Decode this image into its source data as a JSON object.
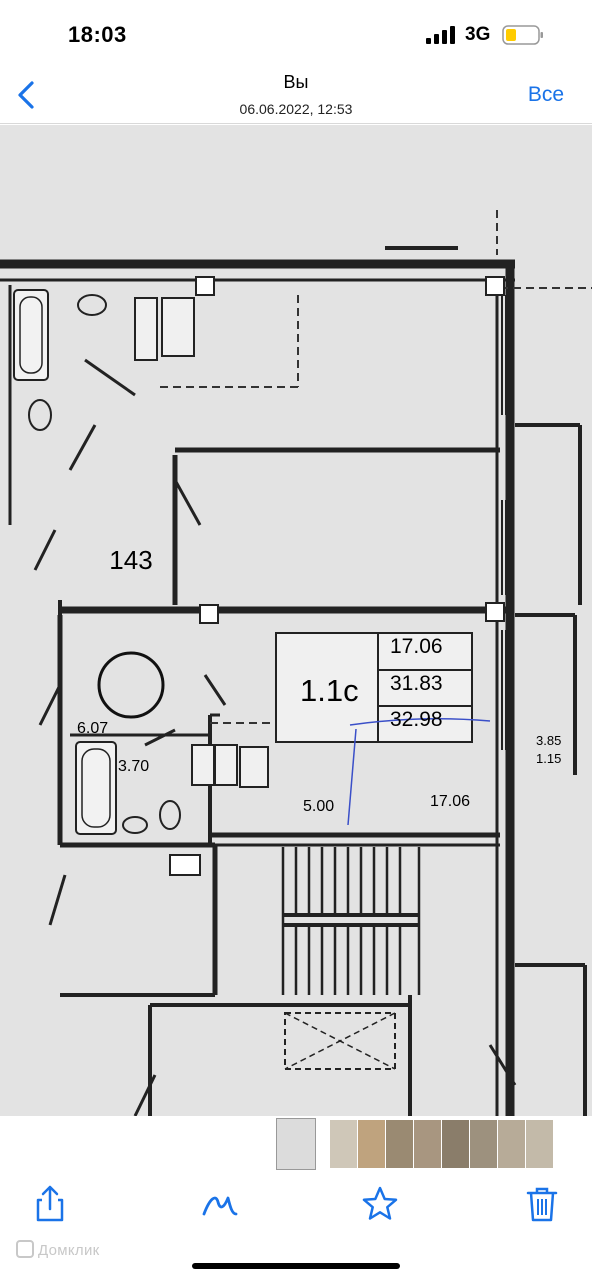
{
  "status_bar": {
    "time": "18:03",
    "network": "3G"
  },
  "nav": {
    "title": "Вы",
    "subtitle": "06.06.2022, 12:53",
    "all_label": "Все"
  },
  "photo": {
    "apartment_number": "143",
    "apartment_type": "1.1с",
    "areas": [
      "17.06",
      "31.83",
      "32.98"
    ],
    "room_labels": [
      "6.07",
      "3.70",
      "5.00",
      "17.06"
    ],
    "balcony": [
      "3.85",
      "1.15"
    ]
  },
  "thumbnails": [
    {
      "name": "thumb-plan",
      "color": "#dcdcdc"
    },
    {
      "name": "thumb-2",
      "color": "#cfc7b8"
    },
    {
      "name": "thumb-3",
      "color": "#bfa37e"
    },
    {
      "name": "thumb-4",
      "color": "#9a8a72"
    },
    {
      "name": "thumb-5",
      "color": "#a89680"
    },
    {
      "name": "thumb-6",
      "color": "#8a7d6a"
    },
    {
      "name": "thumb-7",
      "color": "#9d917e"
    },
    {
      "name": "thumb-8",
      "color": "#b7ab98"
    },
    {
      "name": "thumb-9",
      "color": "#c3baa9"
    }
  ],
  "watermark": "Домклик",
  "colors": {
    "accent": "#1a73e8",
    "battery": "#ffcc00"
  }
}
